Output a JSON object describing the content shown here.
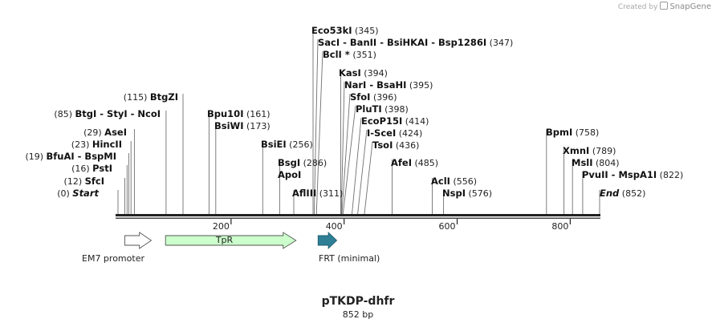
{
  "credit": {
    "prefix": "Created by",
    "brand": "SnapGene"
  },
  "title": "pTKDP-dhfr",
  "length_label": "852 bp",
  "sequence_length": 852,
  "ruler": {
    "ticks": [
      200,
      400,
      600,
      800
    ],
    "labels": [
      "200",
      "400",
      "600",
      "800"
    ]
  },
  "sites": [
    {
      "name": "Start",
      "pos": 0,
      "label": "(0)",
      "italic": true
    },
    {
      "name": "SfcI",
      "pos": 12,
      "label": "(12)"
    },
    {
      "name": "PstI",
      "pos": 16,
      "label": "(16)"
    },
    {
      "name": "BfuAI - BspMI",
      "pos": 19,
      "label": "(19)"
    },
    {
      "name": "HincII",
      "pos": 23,
      "label": "(23)"
    },
    {
      "name": "AseI",
      "pos": 29,
      "label": "(29)"
    },
    {
      "name": "BtgI - StyI - NcoI",
      "pos": 85,
      "label": "(85)"
    },
    {
      "name": "BtgZI",
      "pos": 115,
      "label": "(115)"
    },
    {
      "name": "Bpu10I",
      "pos": 161,
      "label": "(161)"
    },
    {
      "name": "BsiWI",
      "pos": 173,
      "label": "(173)"
    },
    {
      "name": "BsiEI",
      "pos": 256,
      "label": "(256)"
    },
    {
      "name": "BsgI",
      "pos": 286,
      "label": "(286)"
    },
    {
      "name": "ApoI",
      "pos": 286,
      "label": ""
    },
    {
      "name": "AflIII",
      "pos": 311,
      "label": "(311)"
    },
    {
      "name": "Eco53kI",
      "pos": 345,
      "label": "(345)"
    },
    {
      "name": "SacI - BanII - BsiHKAI - Bsp1286I",
      "pos": 347,
      "label": "(347)"
    },
    {
      "name": "BclI *",
      "pos": 351,
      "label": "(351)"
    },
    {
      "name": "KasI",
      "pos": 394,
      "label": "(394)"
    },
    {
      "name": "NarI - BsaHI",
      "pos": 395,
      "label": "(395)"
    },
    {
      "name": "SfoI",
      "pos": 396,
      "label": "(396)"
    },
    {
      "name": "PluTI",
      "pos": 398,
      "label": "(398)"
    },
    {
      "name": "EcoP15I",
      "pos": 414,
      "label": "(414)"
    },
    {
      "name": "I-SceI",
      "pos": 424,
      "label": "(424)"
    },
    {
      "name": "TsoI",
      "pos": 436,
      "label": "(436)"
    },
    {
      "name": "AfeI",
      "pos": 485,
      "label": "(485)"
    },
    {
      "name": "AclI",
      "pos": 556,
      "label": "(556)"
    },
    {
      "name": "NspI",
      "pos": 576,
      "label": "(576)"
    },
    {
      "name": "BpmI",
      "pos": 758,
      "label": "(758)"
    },
    {
      "name": "XmnI",
      "pos": 789,
      "label": "(789)"
    },
    {
      "name": "MslI",
      "pos": 804,
      "label": "(804)"
    },
    {
      "name": "PvuII - MspA1I",
      "pos": 822,
      "label": "(822)"
    },
    {
      "name": "End",
      "pos": 852,
      "label": "(852)",
      "italic": true
    }
  ],
  "features": [
    {
      "name": "EM7 promoter",
      "start": 12,
      "end": 59,
      "color": "#ffffff",
      "direction": "forward"
    },
    {
      "name": "TpR",
      "start": 84,
      "end": 315,
      "color": "#ccffcc",
      "direction": "forward",
      "label_inside": true
    },
    {
      "name": "FRT (minimal)",
      "start": 354,
      "end": 387,
      "color": "#2e7f96",
      "direction": "forward"
    }
  ]
}
